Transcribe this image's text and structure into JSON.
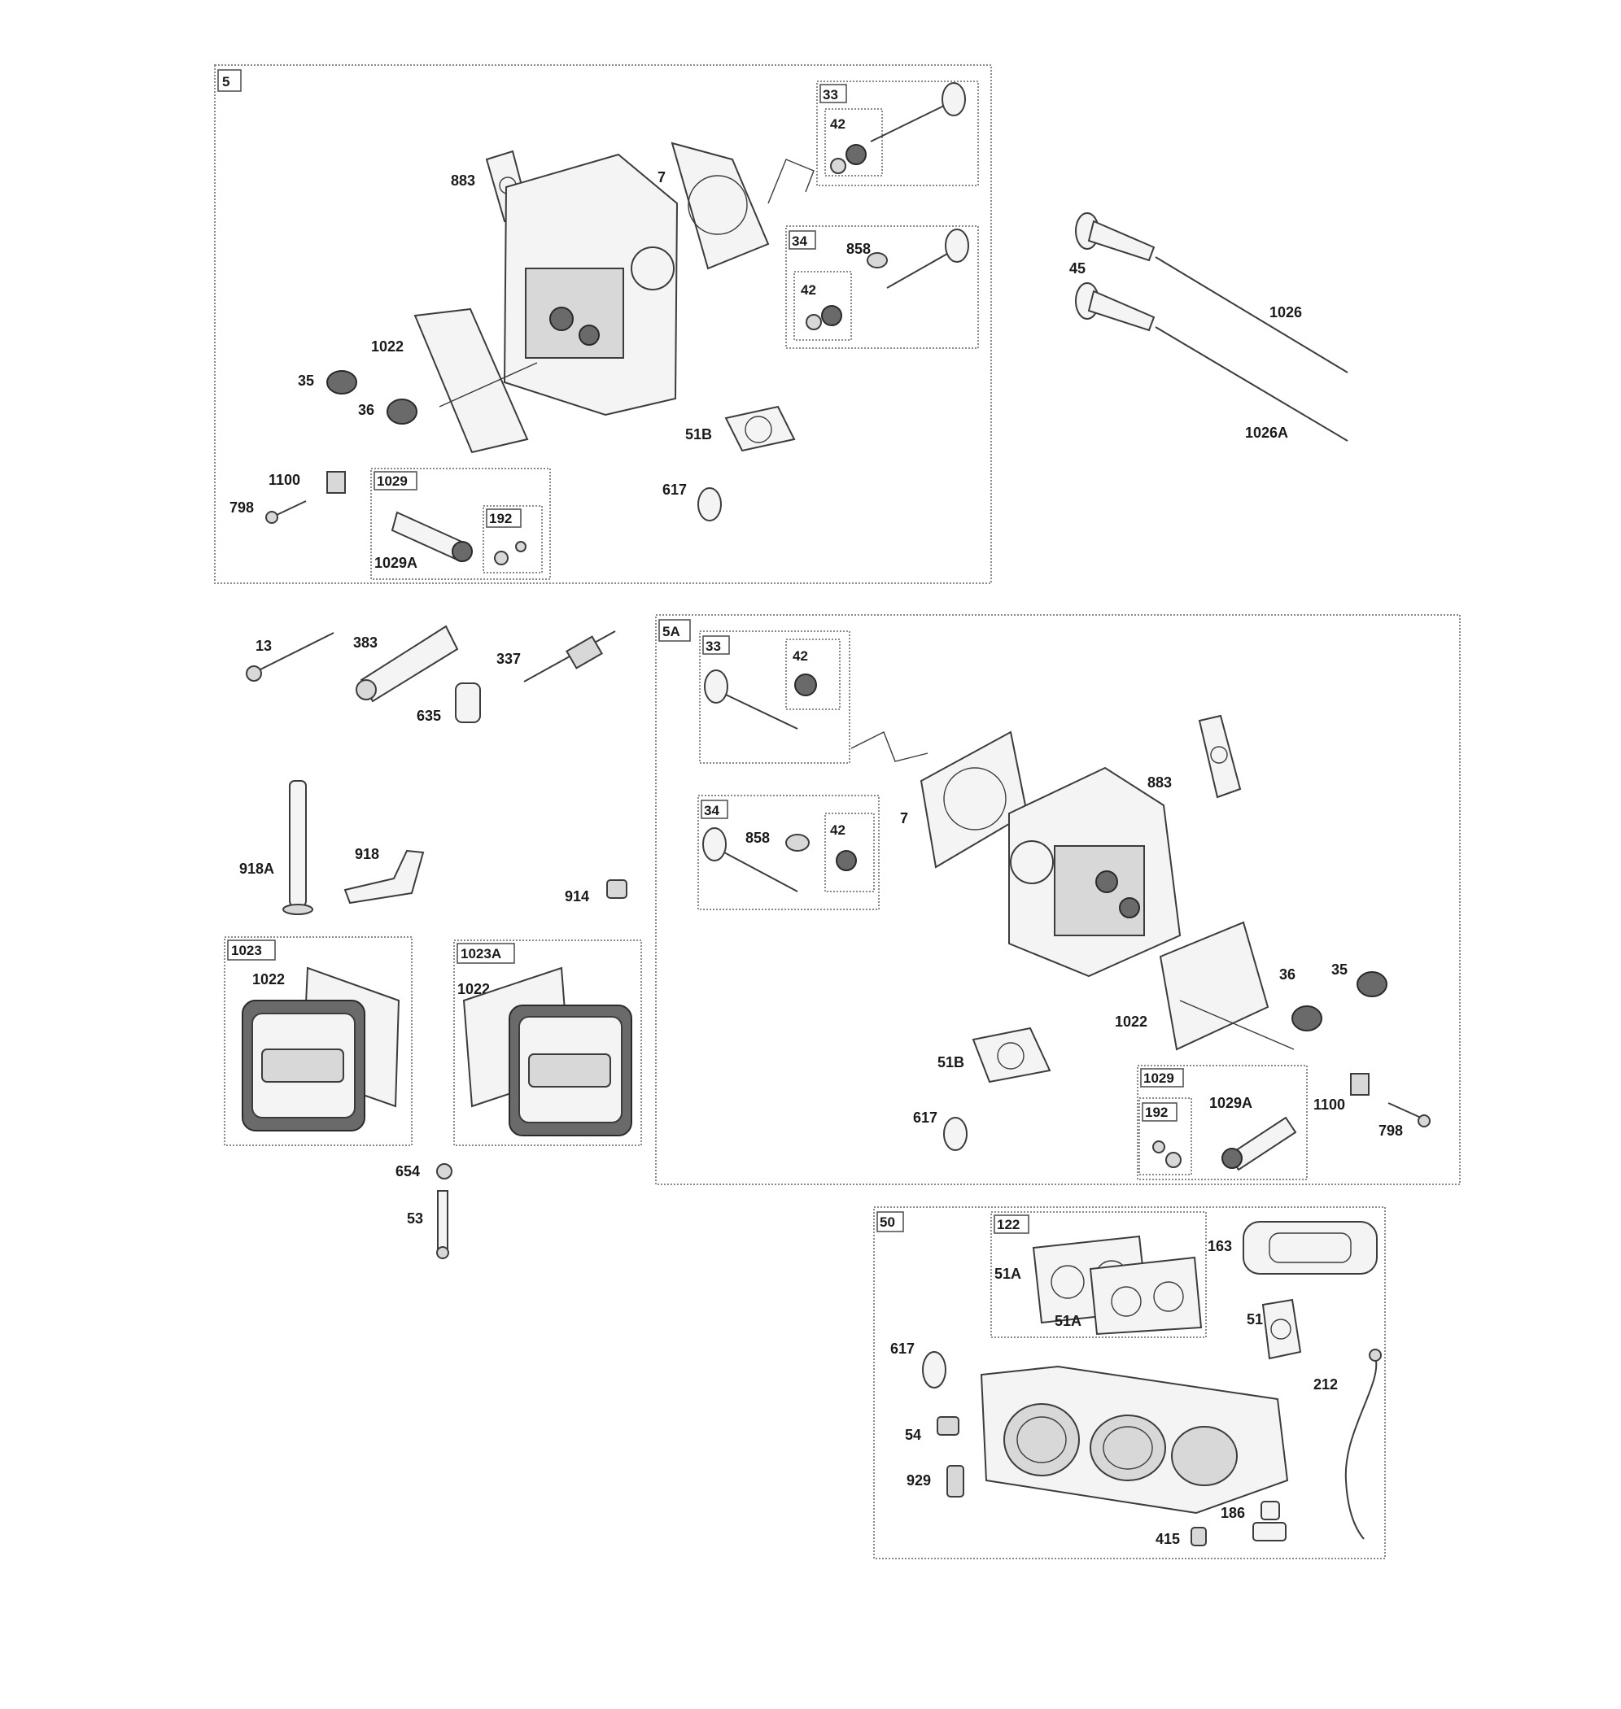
{
  "groups": {
    "g5": "5",
    "g5a": "5A",
    "g50": "50",
    "g33a": "33",
    "g42a": "42",
    "g34a": "34",
    "g42b": "42",
    "g1029a": "1029",
    "g192a": "192",
    "g33b": "33",
    "g42c": "42",
    "g34b": "34",
    "g42d": "42",
    "g1029b": "1029",
    "g192b": "192",
    "g1023": "1023",
    "g1023a": "1023A",
    "g122": "122"
  },
  "labels": {
    "s5_883": "883",
    "s5_7": "7",
    "s5_858": "858",
    "s5_1022": "1022",
    "s5_35": "35",
    "s5_36": "36",
    "s5_51b": "51B",
    "s5_617": "617",
    "s5_1100": "1100",
    "s5_798": "798",
    "s5_1029a": "1029A",
    "r_45": "45",
    "r_1026": "1026",
    "r_1026a": "1026A",
    "l_13": "13",
    "l_383": "383",
    "l_337": "337",
    "l_635": "635",
    "l_918a": "918A",
    "l_918": "918",
    "l_914": "914",
    "l_1022a": "1022",
    "l_1022b": "1022",
    "l_654": "654",
    "l_53": "53",
    "s5a_883": "883",
    "s5a_7": "7",
    "s5a_858": "858",
    "s5a_36": "36",
    "s5a_35": "35",
    "s5a_1022": "1022",
    "s5a_51b": "51B",
    "s5a_617": "617",
    "s5a_1029a": "1029A",
    "s5a_1100": "1100",
    "s5a_798": "798",
    "s50_163": "163",
    "s50_51a1": "51A",
    "s50_51a2": "51A",
    "s50_51": "51",
    "s50_617": "617",
    "s50_212": "212",
    "s50_54": "54",
    "s50_929": "929",
    "s50_186": "186",
    "s50_415": "415"
  }
}
